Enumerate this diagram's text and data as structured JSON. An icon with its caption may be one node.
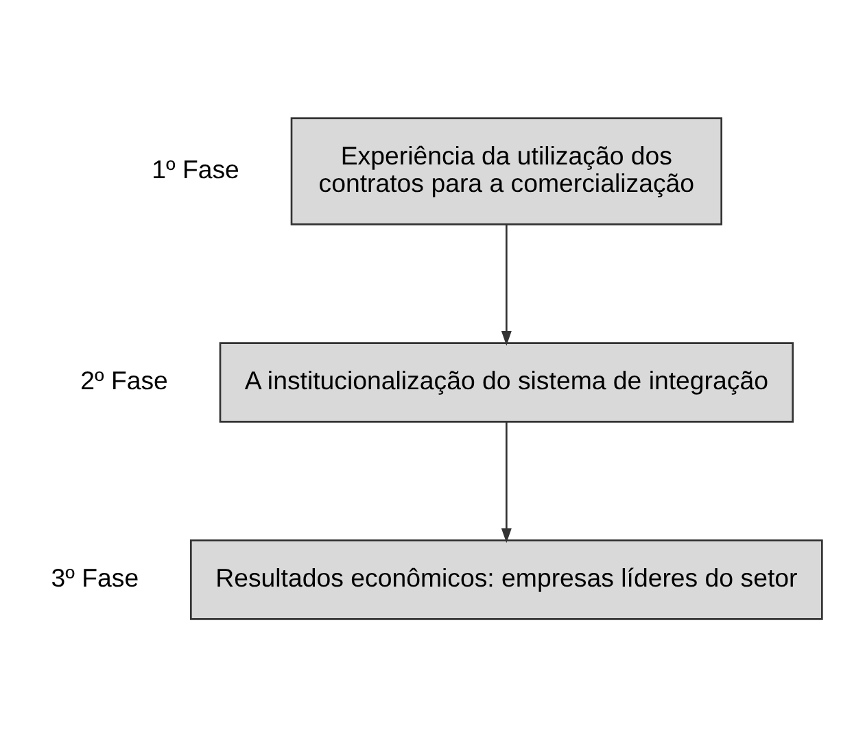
{
  "diagram": {
    "nodes": [
      {
        "text": [
          "Experiência da utilização dos contratos para a comercialização"
        ],
        "beside": [
          "1º Fase"
        ]
      },
      {
        "text": [
          "A institucionalização do sistema de integração"
        ],
        "beside": [
          "2º Fase"
        ]
      },
      {
        "text": [
          "Resultados econômicos: empresas líderes do setor"
        ],
        "beside": [
          "3º Fase"
        ]
      }
    ],
    "edges": [
      {
        "from": 0,
        "to": 1,
        "arrow": "to"
      },
      {
        "from": 1,
        "to": 2,
        "arrow": "to"
      }
    ]
  }
}
